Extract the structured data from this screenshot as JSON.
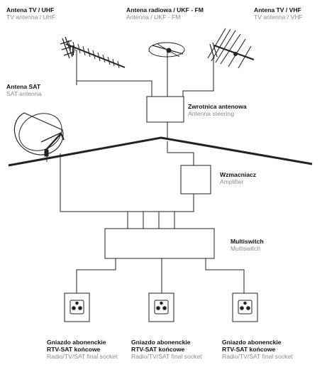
{
  "antennas": {
    "uhf": {
      "title": "Antena TV / UHF",
      "subtitle": "TV antenna / UHF"
    },
    "radio": {
      "title": "Antena radiowa / UKF - FM",
      "subtitle": "Antenna / UKF - FM"
    },
    "vhf": {
      "title": "Antena TV / VHF",
      "subtitle": "TV antenna / VHF"
    },
    "sat": {
      "title": "Antena SAT",
      "subtitle": "SAT antenna"
    }
  },
  "devices": {
    "combiner": {
      "title": "Zwrotnica antenowa",
      "subtitle": "Antenna steering"
    },
    "amplifier": {
      "title": "Wzmacniacz",
      "subtitle": "Amplifier"
    },
    "multiswitch": {
      "title": "Multiswitch",
      "subtitle": "Multiswitch"
    }
  },
  "sockets": [
    {
      "line1": "Gniazdo abonenckie",
      "line2": "RTV-SAT końcowe",
      "line3": "Radio/TV/SAT final socket"
    },
    {
      "line1": "Gniazdo abonenckie",
      "line2": "RTV-SAT końcowe",
      "line3": "Radio/TV/SAT final socket"
    },
    {
      "line1": "Gniazdo abonenckie",
      "line2": "RTV-SAT końcowe",
      "line3": "Radio/TV/SAT final socket"
    }
  ]
}
